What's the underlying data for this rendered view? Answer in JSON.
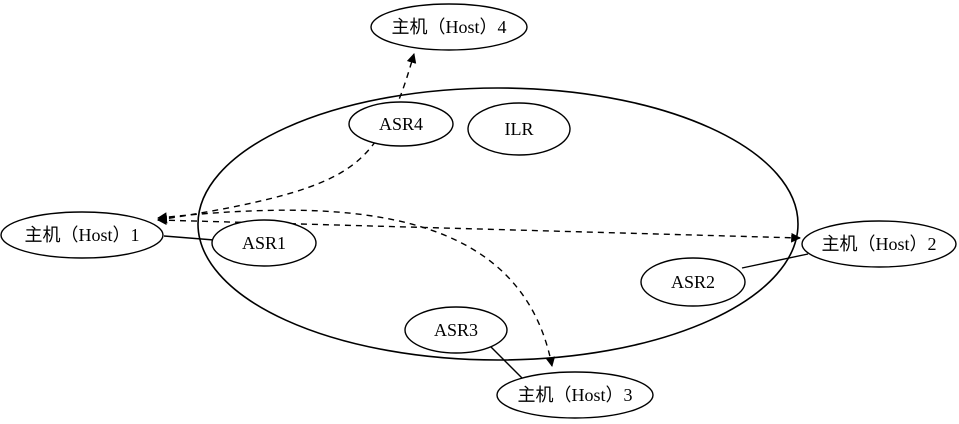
{
  "nodes": {
    "host1": "主机（Host）1",
    "host2": "主机（Host）2",
    "host3": "主机（Host）3",
    "host4": "主机（Host）4",
    "asr1": "ASR1",
    "asr2": "ASR2",
    "asr3": "ASR3",
    "asr4": "ASR4",
    "ilr": "ILR"
  }
}
